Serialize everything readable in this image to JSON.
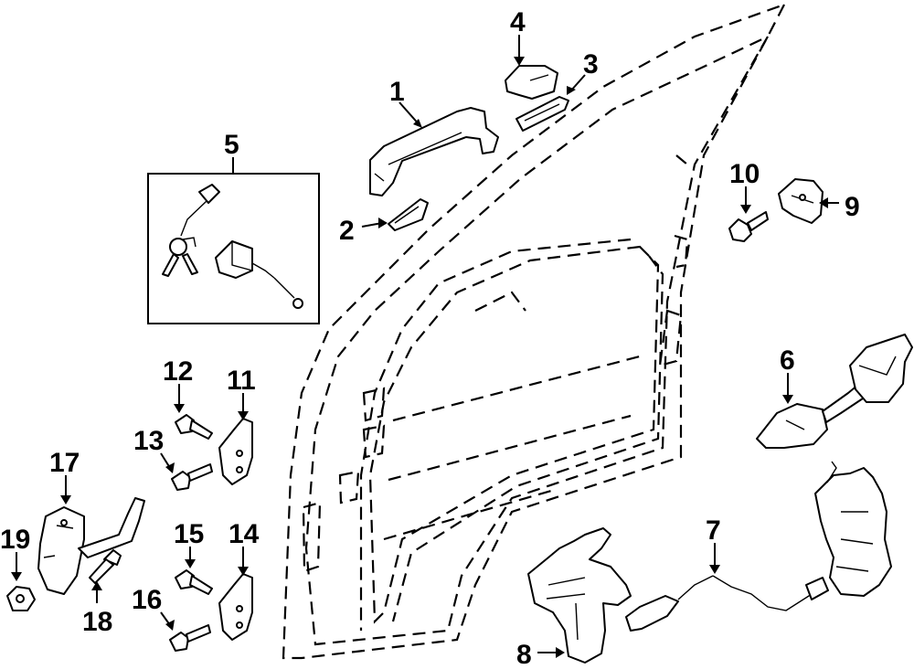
{
  "diagram": {
    "callouts": [
      {
        "id": "c1",
        "label": "1",
        "part": "outside-handle"
      },
      {
        "id": "c2",
        "label": "2",
        "part": "handle-pad-front"
      },
      {
        "id": "c3",
        "label": "3",
        "part": "handle-pad-rear"
      },
      {
        "id": "c4",
        "label": "4",
        "part": "handle-cover"
      },
      {
        "id": "c5",
        "label": "5",
        "part": "lock-cylinder-kit"
      },
      {
        "id": "c6",
        "label": "6",
        "part": "inside-handle"
      },
      {
        "id": "c7",
        "label": "7",
        "part": "latch-cable"
      },
      {
        "id": "c8",
        "label": "8",
        "part": "handle-bracket"
      },
      {
        "id": "c9",
        "label": "9",
        "part": "striker"
      },
      {
        "id": "c10",
        "label": "10",
        "part": "striker-screw"
      },
      {
        "id": "c11",
        "label": "11",
        "part": "upper-hinge"
      },
      {
        "id": "c12",
        "label": "12",
        "part": "upper-hinge-bolt"
      },
      {
        "id": "c13",
        "label": "13",
        "part": "upper-hinge-bolt-lower"
      },
      {
        "id": "c14",
        "label": "14",
        "part": "lower-hinge"
      },
      {
        "id": "c15",
        "label": "15",
        "part": "lower-hinge-bolt"
      },
      {
        "id": "c16",
        "label": "16",
        "part": "lower-hinge-bolt-lower"
      },
      {
        "id": "c17",
        "label": "17",
        "part": "door-check"
      },
      {
        "id": "c18",
        "label": "18",
        "part": "check-bolt"
      },
      {
        "id": "c19",
        "label": "19",
        "part": "check-nut"
      }
    ]
  }
}
